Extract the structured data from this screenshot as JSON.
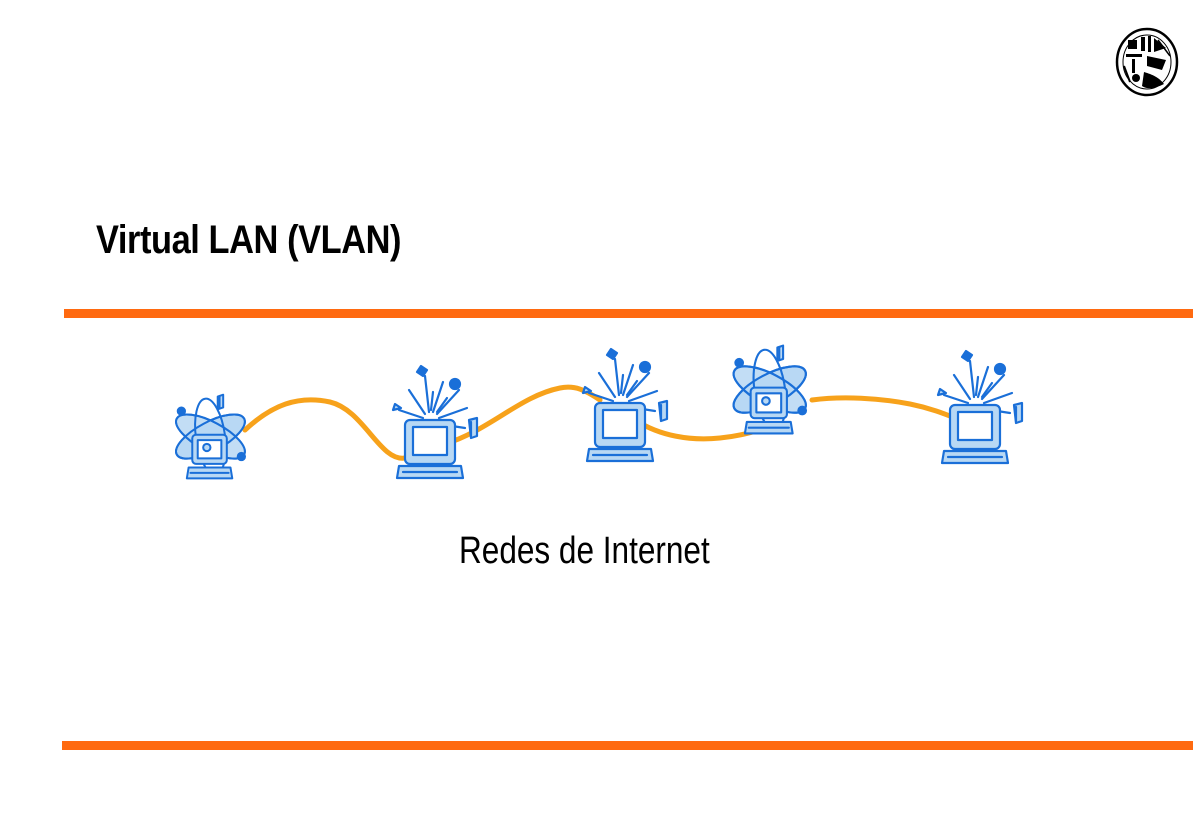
{
  "slide": {
    "title": "Virtual LAN (VLAN)",
    "caption": "Redes de Internet"
  },
  "colors": {
    "accent_rule": "#ff6a10",
    "network_link": "#f7a21b",
    "computer_fill": "#b8d8f4",
    "computer_outline": "#1a6fd8",
    "text": "#000000"
  },
  "network": {
    "nodes": [
      {
        "id": "node-1",
        "icon": "atom-computer-icon"
      },
      {
        "id": "node-2",
        "icon": "burst-computer-icon"
      },
      {
        "id": "node-3",
        "icon": "burst-computer-icon"
      },
      {
        "id": "node-4",
        "icon": "atom-computer-icon"
      },
      {
        "id": "node-5",
        "icon": "burst-computer-icon"
      }
    ],
    "links": [
      {
        "from": "node-1",
        "to": "node-2"
      },
      {
        "from": "node-2",
        "to": "node-3"
      },
      {
        "from": "node-3",
        "to": "node-4"
      },
      {
        "from": "node-4",
        "to": "node-5"
      }
    ]
  },
  "logo": {
    "icon": "university-seal-icon"
  }
}
